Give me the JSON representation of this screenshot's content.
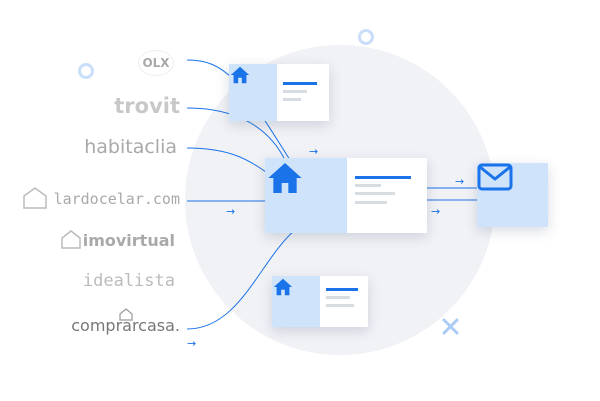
{
  "sources": [
    {
      "name": "olx",
      "label": "OLX"
    },
    {
      "name": "trovit",
      "label": "trovit"
    },
    {
      "name": "habitaclia",
      "label": "habitaclia"
    },
    {
      "name": "lardocelar",
      "label": "lardocelar.com"
    },
    {
      "name": "imovirtual",
      "label": "imovirtual"
    },
    {
      "name": "idealista",
      "label": "idealista"
    },
    {
      "name": "comprarcasa",
      "label": "comprarcasa."
    }
  ],
  "colors": {
    "accent": "#1a73e8",
    "light": "#cfe3fb",
    "circle": "#f1f2f6",
    "logo": "#a9a9a9"
  }
}
